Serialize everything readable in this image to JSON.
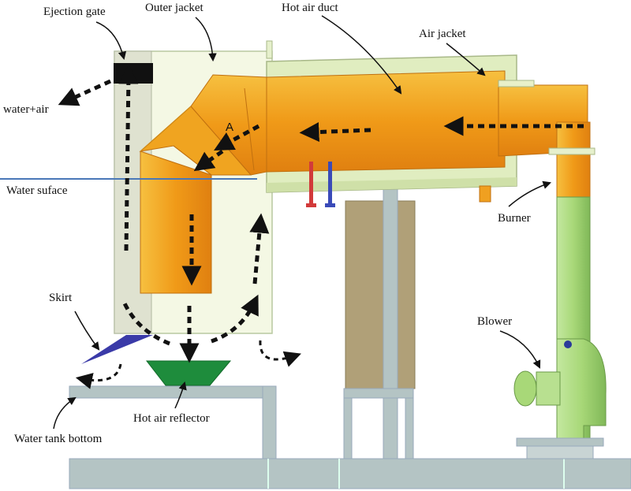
{
  "labels": {
    "ejection_gate": "Ejection gate",
    "outer_jacket": "Outer jacket",
    "hot_air_duct": "Hot air duct",
    "air_jacket": "Air jacket",
    "water_air": "water+air",
    "point_a": "A",
    "water_surface": "Water suface",
    "burner": "Burner",
    "skirt": "Skirt",
    "blower": "Blower",
    "hot_air_reflector": "Hot air reflector",
    "water_tank_bottom": "Water tank bottom"
  },
  "colors": {
    "duct_orange": "#f0a020",
    "jacket_green": "#e0edc0",
    "blower_green": "#a8d878",
    "water_line": "#4a78b8",
    "reflector_green": "#1e8c3c",
    "skirt_blue": "#3a3aa8",
    "steel_gray": "#b4c4c4",
    "khaki": "#b0a078",
    "gate_black": "#111111"
  }
}
